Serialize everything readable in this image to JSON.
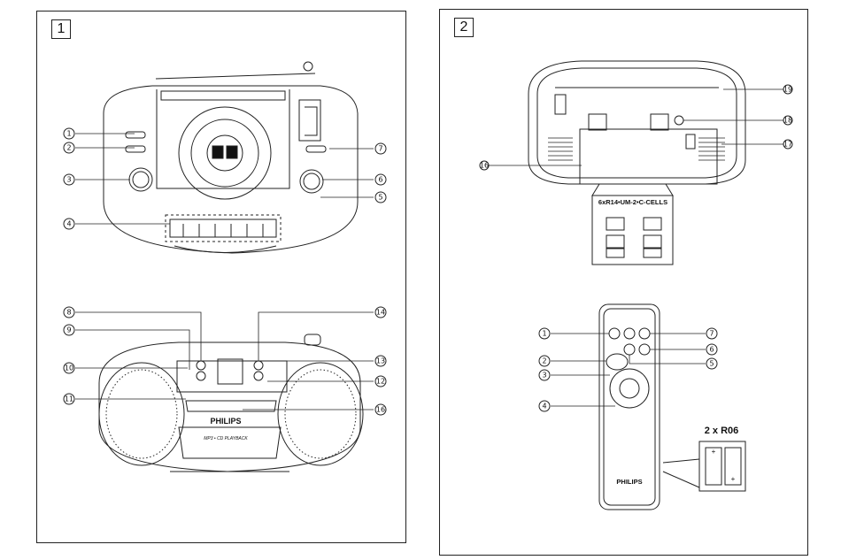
{
  "panels": [
    {
      "number": "1"
    },
    {
      "number": "2"
    }
  ],
  "figure1": {
    "callouts_top": [
      "1",
      "2",
      "3",
      "4",
      "5",
      "6",
      "7"
    ],
    "callouts_bottom": [
      "8",
      "9",
      "10",
      "11",
      "12",
      "13",
      "14",
      "16"
    ],
    "front_brand": "PHILIPS",
    "front_caption": "MP3 • CD PLAYBACK"
  },
  "figure2": {
    "callouts_back": [
      "16",
      "17",
      "18",
      "19"
    ],
    "battery_label_main": "6xR14•UM-2•C-CELLS",
    "callouts_remote": [
      "1",
      "2",
      "3",
      "4",
      "5",
      "6",
      "7"
    ],
    "remote_brand": "PHILIPS",
    "remote_battery_label": "2 x R06",
    "battery_plus": "+"
  }
}
